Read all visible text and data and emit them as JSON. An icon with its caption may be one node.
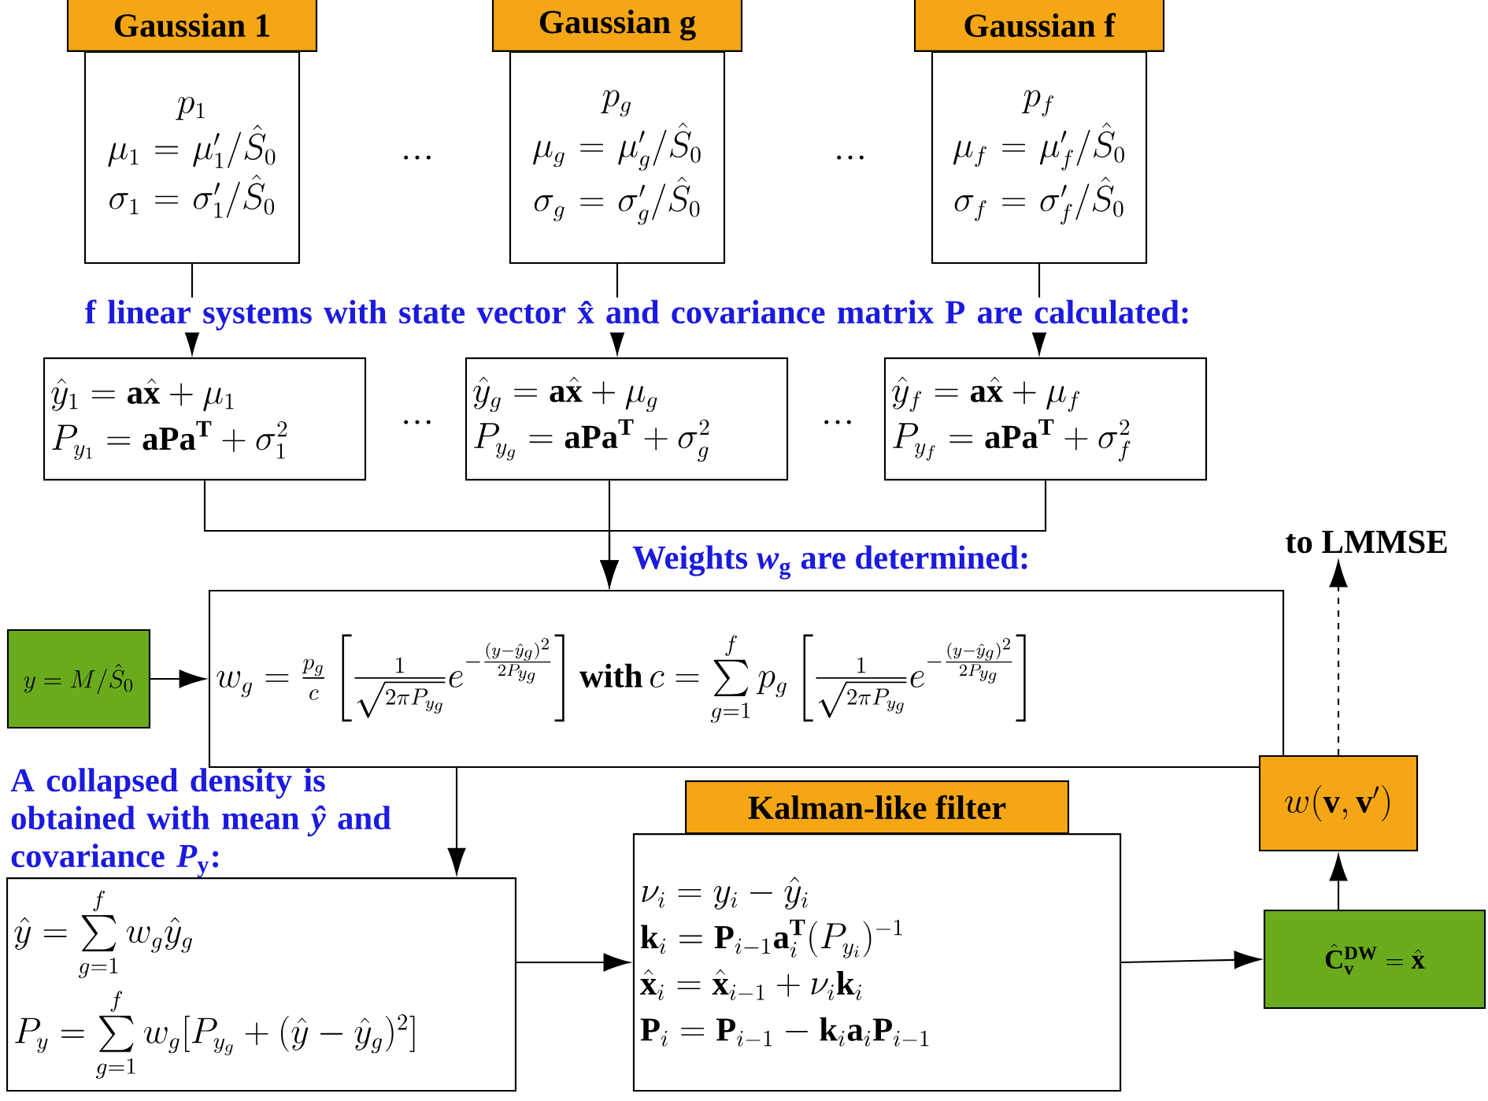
{
  "diagram": {
    "nodes": [
      {
        "text": [
          "Gaussian 1",
          "p_1",
          "\\mu_1=\\mu'_1/\\hat{S}_0",
          "\\sigma_1=\\sigma'_1/\\hat{S}_0"
        ]
      },
      {
        "text": [
          "Gaussian g",
          "p_g",
          "\\mu_g=\\mu'_g/\\hat{S}_0",
          "\\sigma_g=\\sigma'_g/\\hat{S}_0"
        ]
      },
      {
        "text": [
          "Gaussian f",
          "p_f",
          "\\mu_f=\\mu'_f/\\hat{S}_0",
          "\\sigma_f=\\sigma'_f/\\hat{S}_0"
        ]
      },
      {
        "text": [
          "\\hat{y}_1=\\mathbf{a}\\hat{\\mathbf{x}}+\\mu_1",
          "P_{y_1}=\\mathbf{aPa}^{\\mathbf{T}}+\\sigma_1^2"
        ]
      },
      {
        "text": [
          "\\hat{y}_g=\\mathbf{a}\\hat{\\mathbf{x}}+\\mu_g",
          "P_{y_g}=\\mathbf{aPa}^{\\mathbf{T}}+\\sigma_g^2"
        ]
      },
      {
        "text": [
          "\\hat{y}_f=\\mathbf{a}\\hat{\\mathbf{x}}+\\mu_f",
          "P_{y_f}=\\mathbf{aPa}^{\\mathbf{T}}+\\sigma_f^2"
        ]
      },
      {
        "text": [
          "y=M/\\hat{S}_0"
        ]
      },
      {
        "text": [
          "w_g=\\frac{p_g}{c}\\left[\\frac{1}{\\sqrt{2\\pi P_{y_g}}}e^{-\\frac{(y-\\hat{y}_g)^2}{2P_{y_g}}}\\right]\\mathbf{with}\\,c=\\sum\\limits_{g=1}^{f}p_g\\left[\\frac{1}{\\sqrt{2\\pi P_{y_g}}}e^{-\\frac{(y-\\hat{y}_g)^2}{2P_{y_g}}}\\right]"
        ]
      },
      {
        "text": [
          "\\hat{y}=\\sum\\limits_{g=1}^{f}w_g\\hat{y}_g",
          "P_y=\\sum\\limits_{g=1}^{f}w_g[P_{y_g}+(\\hat{y}-\\hat{y}_g)^2]"
        ]
      },
      {
        "text": [
          "Kalman-like filter",
          "\\nu_i=y_i-\\hat{y}_i",
          "\\mathbf{k}_i=\\mathbf{P}_{i-1}\\mathbf{a}_i^{\\mathbf{T}}(P_{y_i})^{-1}",
          "\\hat{\\mathbf{x}}_i=\\hat{\\mathbf{x}}_{i-1}+\\nu_i\\mathbf{k}_i",
          "\\mathbf{P}_i=\\mathbf{P}_{i-1}-\\mathbf{k}_i\\mathbf{a}_i\\mathbf{P}_{i-1}"
        ]
      },
      {
        "text": [
          "\\hat{\\mathbf{C}}_{\\mathbf{v}}^{\\mathbf{DW}}=\\hat{\\mathbf{x}}"
        ]
      },
      {
        "text": [
          "w(\\mathbf{v},\\mathbf{v}')"
        ]
      },
      {
        "text": [
          "to LMMSE"
        ]
      }
    ],
    "edges": [
      {
        "from": 0,
        "to": 3,
        "arrow": "to"
      },
      {
        "from": 1,
        "to": 4,
        "arrow": "to"
      },
      {
        "from": 2,
        "to": 5,
        "arrow": "to"
      },
      {
        "from": 3,
        "to": 7,
        "arrow": "to"
      },
      {
        "from": 4,
        "to": 7,
        "arrow": "to"
      },
      {
        "from": 5,
        "to": 7,
        "arrow": "to"
      },
      {
        "from": 6,
        "to": 7,
        "arrow": "to"
      },
      {
        "from": 7,
        "to": 8,
        "arrow": "to"
      },
      {
        "from": 8,
        "to": 9,
        "arrow": "to"
      },
      {
        "from": 9,
        "to": 10,
        "arrow": "to"
      },
      {
        "from": 10,
        "to": 11,
        "arrow": "to"
      },
      {
        "from": 11,
        "to": 12,
        "arrow": "to",
        "style": "dashed"
      }
    ],
    "labels": [
      "…",
      "…",
      "f linear systems with state vector x̂ and covariance matrix P are calculated:",
      "…",
      "…",
      "Weights *w*$_{g}$ are determined:",
      "A collapsed density is obtained with mean *ŷ* and covariance *P*$_{y}$:"
    ]
  }
}
